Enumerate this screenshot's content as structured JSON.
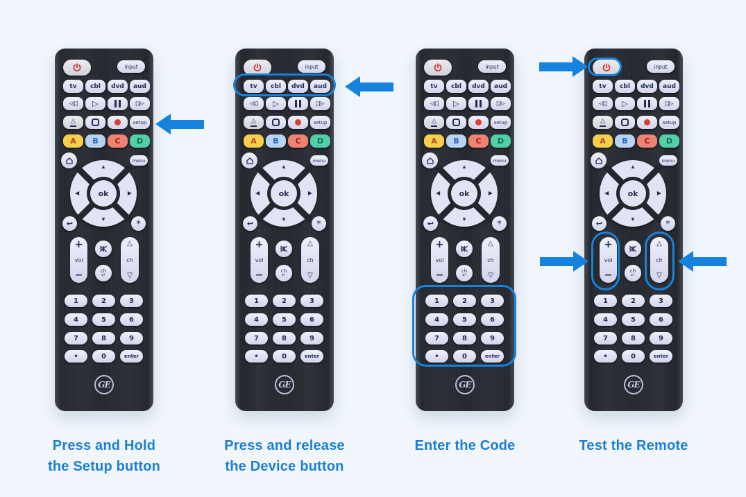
{
  "page": {
    "background": "#f0f6fc",
    "accent_blue": "#1583dd",
    "caption_color": "#1b7ed3"
  },
  "steps": [
    {
      "lines": [
        "Press and Hold",
        "the Setup button"
      ]
    },
    {
      "lines": [
        "Press and release",
        "the Device button"
      ]
    },
    {
      "lines": [
        "Enter the Code",
        ""
      ]
    },
    {
      "lines": [
        "Test the Remote",
        ""
      ]
    }
  ],
  "remote": {
    "brand_logo": "GE",
    "input_label": "input",
    "device_buttons": [
      "tv",
      "cbl",
      "dvd",
      "aud"
    ],
    "setup_label": "setup",
    "menu_label": "menu",
    "ok_label": "ok",
    "vol_label": "vol",
    "vol_plus": "+",
    "vol_minus": "−",
    "ch_label": "ch",
    "ch_up": "△",
    "ch_down": "▽",
    "last_ch_label": "ch",
    "color_buttons": [
      {
        "label": "A",
        "bg": "#f4d04b",
        "fg": "#c04430"
      },
      {
        "label": "B",
        "bg": "#b9d4f1",
        "fg": "#2a62c9"
      },
      {
        "label": "C",
        "bg": "#ef8272",
        "fg": "#8e2318"
      },
      {
        "label": "D",
        "bg": "#52cfa9",
        "fg": "#0f6b52"
      }
    ],
    "keypad": [
      [
        "1",
        "2",
        "3"
      ],
      [
        "4",
        "5",
        "6"
      ],
      [
        "7",
        "8",
        "9"
      ],
      [
        "•",
        "0",
        "enter"
      ]
    ],
    "glyphs": {
      "rewind": "◁◁",
      "play": "▷",
      "fast_forward": "▷▷",
      "eject": "△",
      "back": "↩",
      "star": "*",
      "dpad_up": "▲",
      "dpad_left": "◀",
      "dpad_right": "▶",
      "dpad_down": "▼",
      "last_channel_arrow": "↵"
    },
    "css_icons": [
      "power-icon",
      "pause-icon",
      "stop-icon",
      "record-icon",
      "home-icon",
      "mute-icon"
    ]
  },
  "annotations": [
    {
      "step": 1,
      "type": "arrow",
      "points_to": "setup-button",
      "direction": "left"
    },
    {
      "step": 2,
      "type": "outline",
      "target": "device-buttons-row"
    },
    {
      "step": 2,
      "type": "arrow",
      "points_to": "device-buttons-row",
      "direction": "left"
    },
    {
      "step": 3,
      "type": "outline",
      "target": "number-keypad"
    },
    {
      "step": 4,
      "type": "outline",
      "target": "power-button"
    },
    {
      "step": 4,
      "type": "arrow",
      "points_to": "power-button",
      "direction": "right"
    },
    {
      "step": 4,
      "type": "outline",
      "target": "volume-rocker"
    },
    {
      "step": 4,
      "type": "arrow",
      "points_to": "volume-rocker",
      "direction": "right"
    },
    {
      "step": 4,
      "type": "outline",
      "target": "channel-rocker"
    },
    {
      "step": 4,
      "type": "arrow",
      "points_to": "channel-rocker",
      "direction": "left"
    }
  ]
}
